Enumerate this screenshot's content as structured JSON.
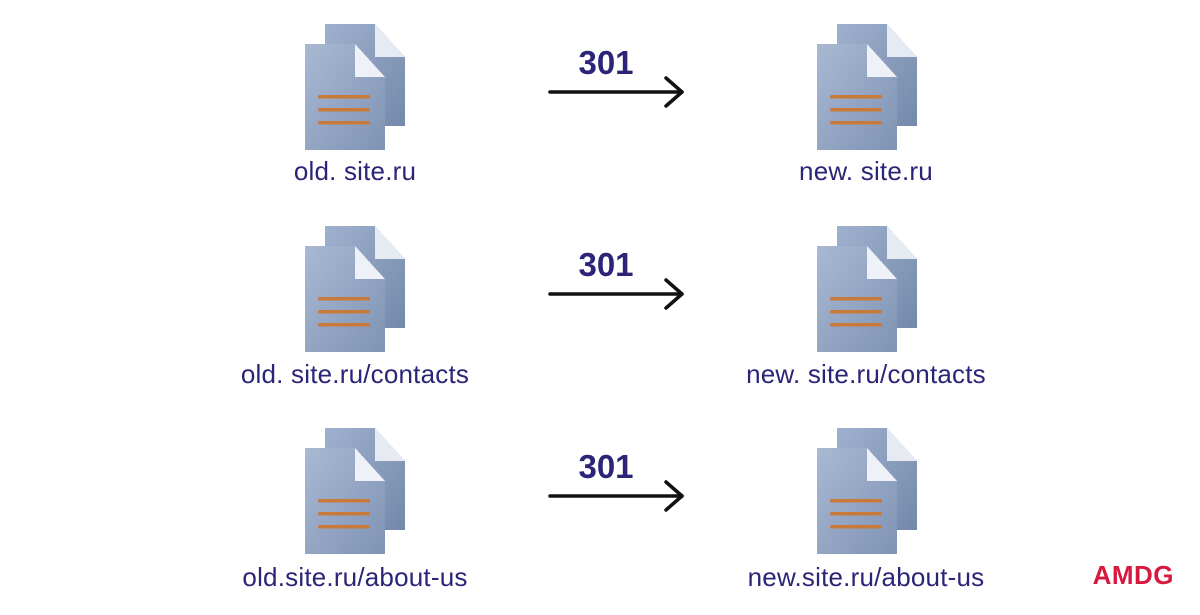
{
  "code_label": "301",
  "colors": {
    "text": "#2b2477",
    "arrow": "#111111",
    "doc_body": "#8fa3c2",
    "doc_lines": "#c77a3a",
    "logo": "#d8193f"
  },
  "redirects": [
    {
      "from": "old. site.ru",
      "code": "301",
      "to": "new. site.ru"
    },
    {
      "from": "old. site.ru/contacts",
      "code": "301",
      "to": "new. site.ru/contacts"
    },
    {
      "from": "old.site.ru/about-us",
      "code": "301",
      "to": "new.site.ru/about-us"
    }
  ],
  "logo": "AMDG"
}
